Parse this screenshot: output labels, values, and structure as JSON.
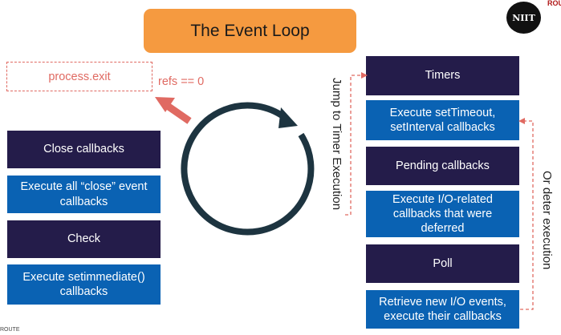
{
  "title": "The Event Loop",
  "exit": {
    "label": "process.exit",
    "condition": "refs == 0"
  },
  "left_boxes": [
    {
      "label": "Close callbacks",
      "style": "dark"
    },
    {
      "label": "Execute all “close” event callbacks",
      "style": "blue"
    },
    {
      "label": "Check",
      "style": "dark"
    },
    {
      "label": "Execute setimmediate() callbacks",
      "style": "blue"
    }
  ],
  "right_boxes": [
    {
      "label": "Timers",
      "style": "dark"
    },
    {
      "label": "Execute setTimeout, setInterval callbacks",
      "style": "blue"
    },
    {
      "label": "Pending callbacks",
      "style": "dark"
    },
    {
      "label": "Execute I/O-related callbacks that were deferred",
      "style": "blue"
    },
    {
      "label": "Poll",
      "style": "dark"
    },
    {
      "label": "Retrieve new I/O events, execute their callbacks",
      "style": "blue"
    }
  ],
  "side_labels": {
    "jump": "Jump to Timer Execution",
    "defer": "Or deter execution"
  },
  "logo": {
    "text": "NIIT",
    "brand": "ROU"
  },
  "footer": "ROUTE",
  "colors": {
    "dark": "#241c4a",
    "blue": "#0a62b3",
    "accent": "#f59a40",
    "red": "#e06a62"
  }
}
